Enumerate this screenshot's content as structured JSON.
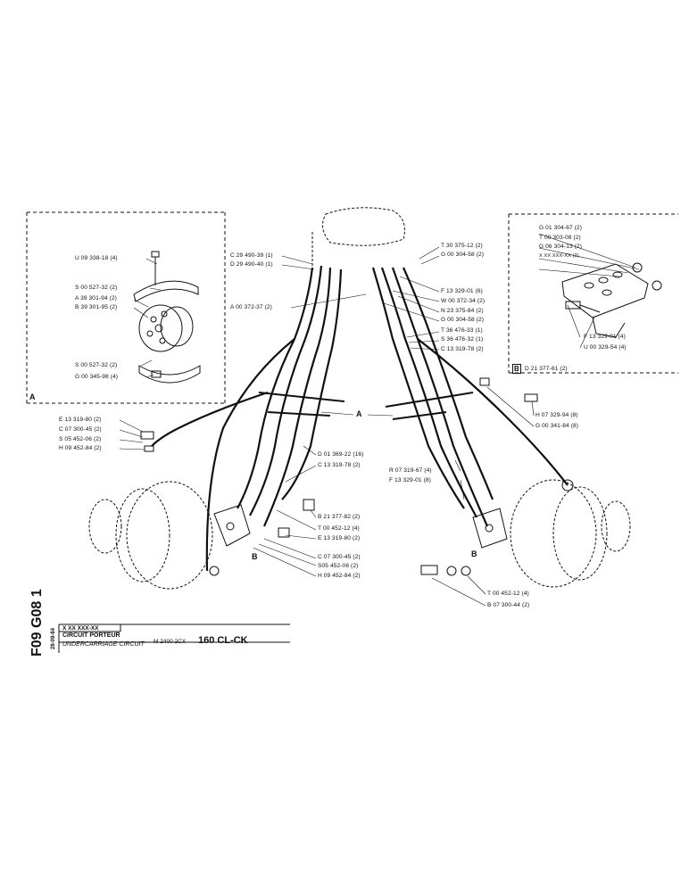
{
  "sheet": {
    "code": "F09 G08 1",
    "ref": "X XX XXX-XX",
    "date": "28-09-84",
    "title_fr": "CIRCUIT PORTEUR",
    "title_en": "UNDERCARRIAGE CIRCUIT",
    "model_prefix": "M 2400 2CX",
    "model": "160 CL-CK"
  },
  "inset_a": {
    "tag": "A",
    "labels": [
      "U 09 338-18 (4)",
      "S 00 527-32 (2)",
      "A 39 301-94 (2)",
      "B 39 301-95 (2)",
      "S 00 527-32 (2)",
      "G 00 345-98 (4)"
    ]
  },
  "inset_b": {
    "tag": "B",
    "ref": "D 21 377-61 (2)",
    "labels": [
      "G 01 304-67 (2)",
      "T 00 303-08 (2)",
      "G 06 304-13 (2)",
      "X XX XXX-XX (2)",
      "F 13 329-01 (4)",
      "U 00 329-54 (4)"
    ]
  },
  "main": {
    "top_left": [
      "C 29 490-39 (1)",
      "D 29 490-40 (1)",
      "A 00 372-37 (2)"
    ],
    "top_right": [
      "T 30 375-12 (2)",
      "G 00 304-58 (2)",
      "F 13 329-01 (6)",
      "W 00 372-34 (2)",
      "N 23 375-84 (2)",
      "G 00 304-58 (2)",
      "T 36 476-33 (1)",
      "S 36 476-32 (1)",
      "C 13 319-78 (2)"
    ],
    "left": [
      "E 13 319-80 (2)",
      "C 07 300-45 (2)",
      "S 05 452-06 (2)",
      "H 09 452-84 (2)"
    ],
    "center": [
      "D 01 369-22 (16)",
      "C 13 319-78 (2)",
      "B 21 377-82 (2)",
      "T 00 452-12 (4)",
      "E 13 319-80 (2)",
      "C 07 300-45 (2)",
      "S05 452-06 (2)",
      "H 09 452-84 (2)"
    ],
    "right": [
      "H 07 329-94 (8)",
      "G 00 341-84 (8)",
      "R 07 319-67 (4)",
      "F 13 329-01 (8)"
    ],
    "bottom_right": [
      "T 00 452-12 (4)",
      "B 07 300-44 (2)"
    ],
    "tag_a": "A",
    "tag_b1": "B",
    "tag_b2": "B"
  }
}
